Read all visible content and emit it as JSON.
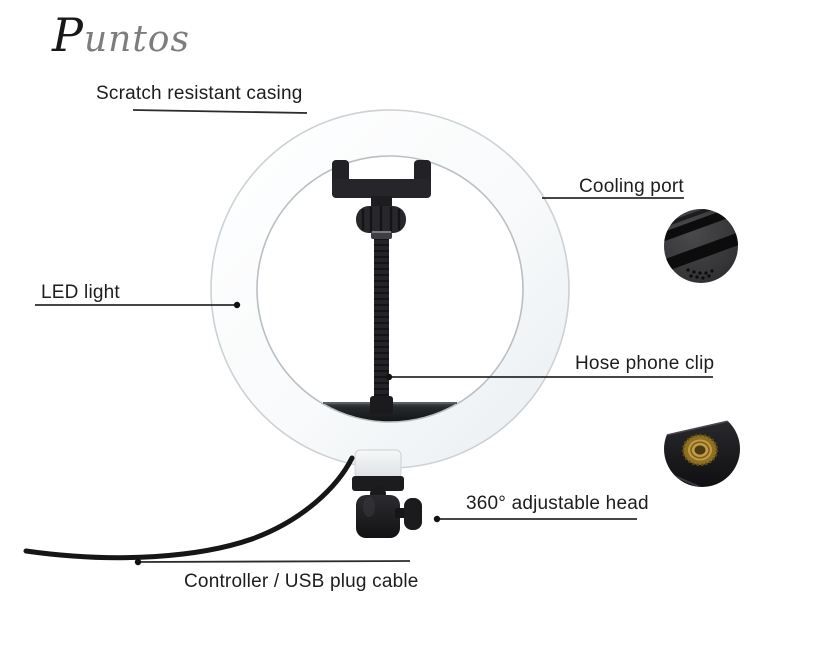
{
  "brand": "Puntos",
  "callouts": {
    "casing": "Scratch resistant casing",
    "cooling_port": "Cooling port",
    "led_light": "LED light",
    "hose_clip": "Hose phone clip",
    "adjustable_head": "360° adjustable head",
    "controller_cable": "Controller / USB plug cable"
  },
  "colors": {
    "background": "#ffffff",
    "label_text": "#1d1d1d",
    "leader_line": "#2b2b2b",
    "ring_fill": "#f4f6f8",
    "hardware_black": "#1c1c1f",
    "screw_gold": "#b28a3a"
  },
  "insets": {
    "cooling_port_closeup": "cooling-port-closeup-photo",
    "adjustable_head_closeup": "adjustable-head-closeup-photo"
  }
}
